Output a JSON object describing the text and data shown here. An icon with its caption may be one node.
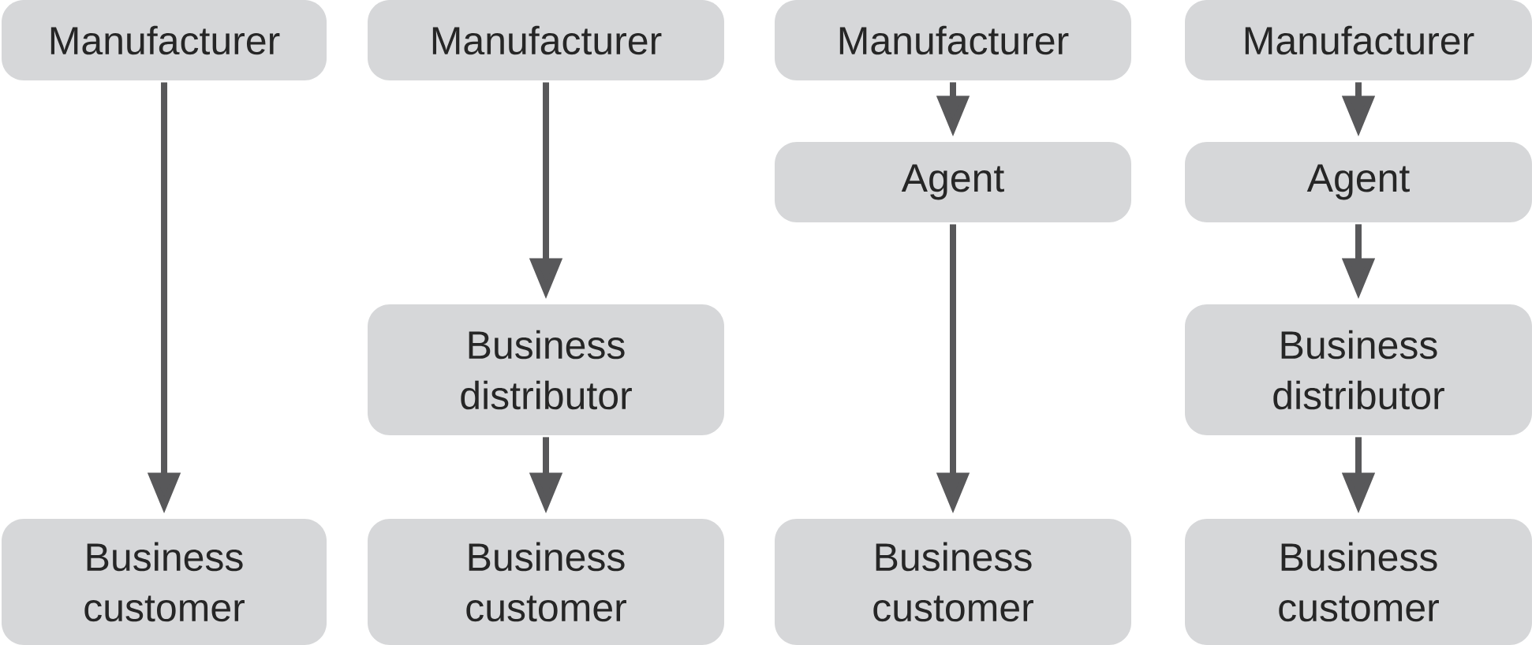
{
  "diagram": {
    "nodes": [
      {
        "text": [
          "Manufacturer"
        ]
      },
      {
        "text": [
          "Business customer"
        ]
      },
      {
        "text": [
          "Manufacturer"
        ]
      },
      {
        "text": [
          "Business distributor"
        ]
      },
      {
        "text": [
          "Business customer"
        ]
      },
      {
        "text": [
          "Manufacturer"
        ]
      },
      {
        "text": [
          "Agent"
        ]
      },
      {
        "text": [
          "Business customer"
        ]
      },
      {
        "text": [
          "Manufacturer"
        ]
      },
      {
        "text": [
          "Agent"
        ]
      },
      {
        "text": [
          "Business distributor"
        ]
      },
      {
        "text": [
          "Business customer"
        ]
      }
    ],
    "edges": [
      {
        "from": 0,
        "to": 1,
        "arrow": "to"
      },
      {
        "from": 2,
        "to": 3,
        "arrow": "to"
      },
      {
        "from": 3,
        "to": 4,
        "arrow": "to"
      },
      {
        "from": 5,
        "to": 6,
        "arrow": "to"
      },
      {
        "from": 6,
        "to": 7,
        "arrow": "to"
      },
      {
        "from": 8,
        "to": 9,
        "arrow": "to"
      },
      {
        "from": 9,
        "to": 10,
        "arrow": "to"
      },
      {
        "from": 10,
        "to": 11,
        "arrow": "to"
      }
    ]
  }
}
